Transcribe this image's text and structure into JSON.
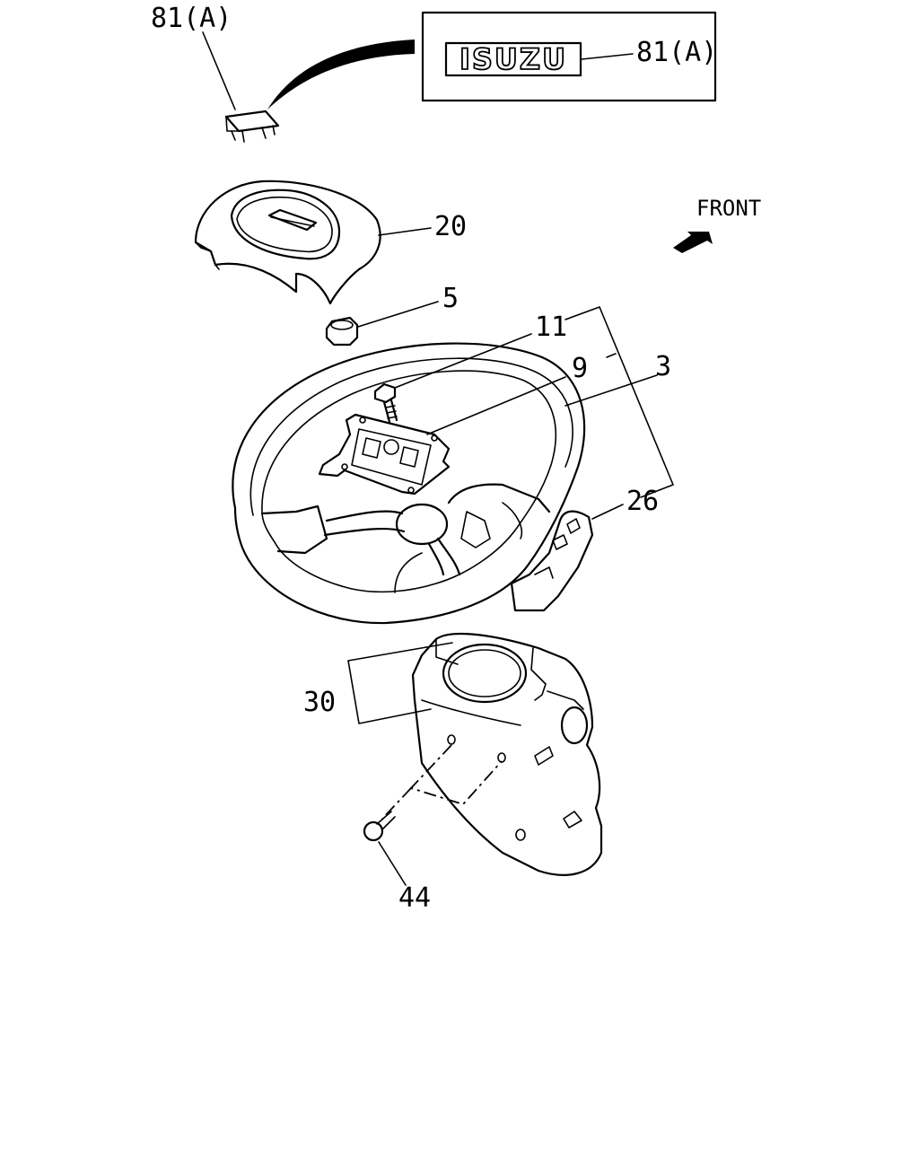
{
  "callouts": {
    "emblem_label": "81(A)",
    "emblem_detail_label": "81(A)",
    "horn_pad": "20",
    "nut": "5",
    "bolt": "11",
    "plate": "9",
    "wheel": "3",
    "spoke_cover": "26",
    "column_cover": "30",
    "screw": "44"
  },
  "detail_box": {
    "logo_text": "ISUZU"
  },
  "direction": {
    "label": "FRONT"
  }
}
